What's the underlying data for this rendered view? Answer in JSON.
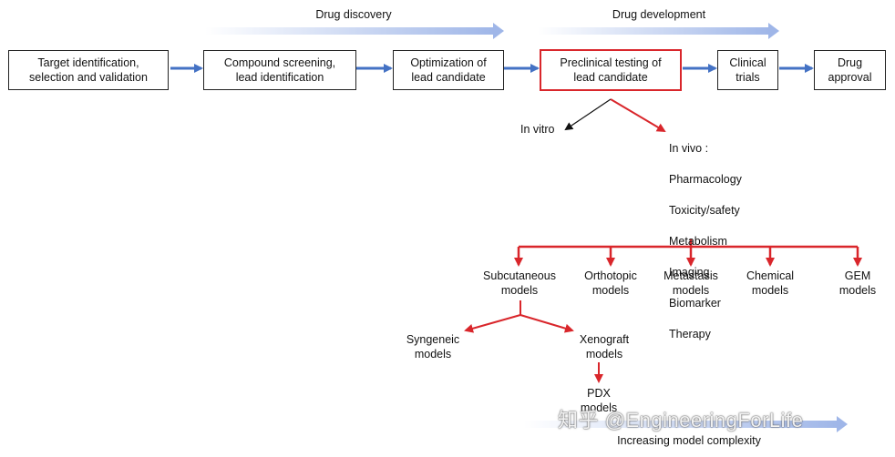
{
  "phases": {
    "discovery": "Drug discovery",
    "development": "Drug development"
  },
  "pipeline": [
    "Target identification,\nselection and validation",
    "Compound screening,\nlead identification",
    "Optimization of\nlead candidate",
    "Preclinical testing of\nlead candidate",
    "Clinical\ntrials",
    "Drug\napproval"
  ],
  "in_vitro": "In vitro",
  "in_vivo": {
    "heading": "In vivo :",
    "items": [
      "Pharmacology",
      "Toxicity/safety",
      "Metabolism",
      "Imaging",
      "Biomarker",
      "Therapy"
    ]
  },
  "models": [
    "Subcutaneous\nmodels",
    "Orthotopic\nmodels",
    "Metastasis\nmodels",
    "Chemical\nmodels",
    "GEM\nmodels"
  ],
  "sub_models": {
    "syngeneic": "Syngeneic\nmodels",
    "xenograft": "Xenograft\nmodels",
    "pdx": "PDX\nmodels"
  },
  "complexity": "Increasing model complexity",
  "watermark": {
    "cn": "知乎",
    "handle": "@EngineeringForLife"
  },
  "colors": {
    "blue_arrow": "#4472c4",
    "red": "#d9262b",
    "phase_gradient": "#9fb6e8"
  }
}
